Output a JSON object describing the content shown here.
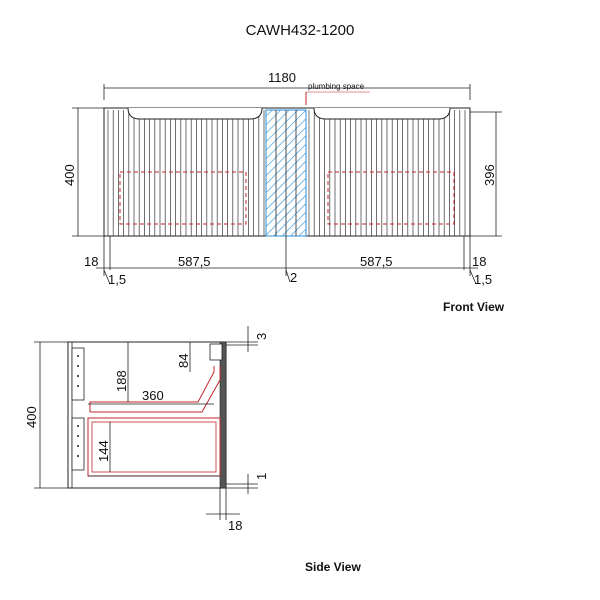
{
  "title": "CAWH432-1200",
  "captions": {
    "front": "Front View",
    "side": "Side View"
  },
  "front_view": {
    "width_overall": "1180",
    "height": "400",
    "inner_height": "396",
    "left_half": "587,5",
    "right_half": "587,5",
    "center_gap": "2",
    "side_left": "18",
    "side_right": "18",
    "edge_left": "1,5",
    "edge_right": "1,5",
    "plumbing_label": "plumbing space"
  },
  "side_view": {
    "height": "400",
    "top_gap": "3",
    "top_depth": "84",
    "upper_drawer": "188",
    "depth": "360",
    "lower_drawer": "144",
    "bottom_gap": "1",
    "front_thickness": "18"
  },
  "colors": {
    "line": "#222222",
    "drawer": "#c0262b",
    "plumbing": "#2a8fd4"
  }
}
